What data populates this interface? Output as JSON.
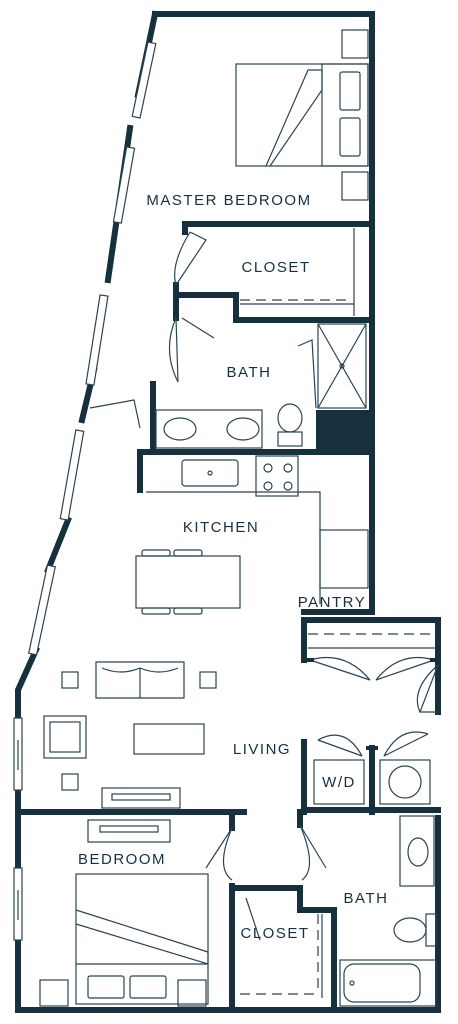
{
  "rooms": {
    "master_bedroom": "MASTER BEDROOM",
    "closet_top": "CLOSET",
    "bath_top": "BATH",
    "kitchen": "KITCHEN",
    "pantry": "PANTRY",
    "living": "LIVING",
    "wd": "W/D",
    "bedroom": "BEDROOM",
    "closet_bottom": "CLOSET",
    "bath_bottom": "BATH"
  },
  "colors": {
    "wall": "#16303e",
    "fixture": "#2b4452",
    "background": "#ffffff"
  }
}
